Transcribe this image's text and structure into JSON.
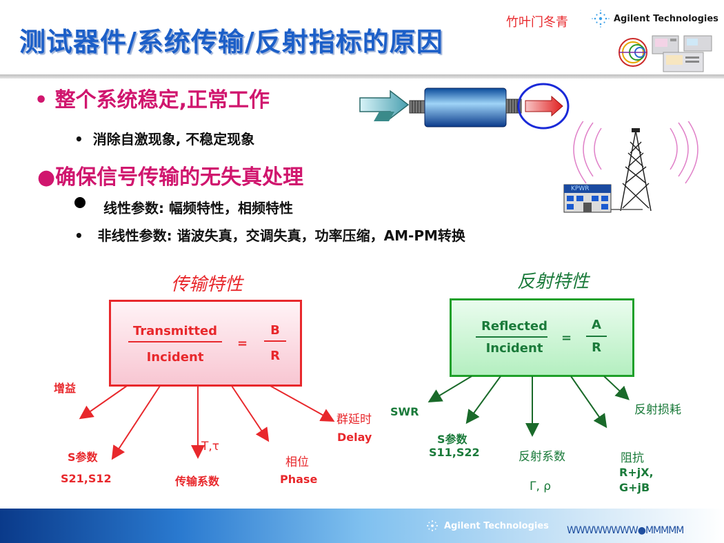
{
  "header": {
    "title": "测试器件/系统传输/反射指标的原因",
    "author": "竹叶门冬青",
    "brand": "Agilent Technologies"
  },
  "bullets": {
    "b1": "• 整个系统稳定,正常工作",
    "b1_sub": "消除自激现象, 不稳定现象",
    "b2": "●确保信号传输的无失真处理",
    "b2_sub1": "线性参数: 幅频特性，相频特性",
    "b2_sub2": "非线性参数: 谐波失真，交调失真，功率压缩，AM-PM转换"
  },
  "tower": {
    "sign": "KPWR"
  },
  "transmission": {
    "title": "传输特性",
    "num": "Transmitted",
    "den": "Incident",
    "eq": "=",
    "ratio_num": "B",
    "ratio_den": "R",
    "labels": {
      "gain": "增益",
      "s_param": "S参数",
      "s_vals": "S21,S12",
      "t_tau": "T,τ",
      "coef": "传输系数",
      "phase_cn": "相位",
      "phase_en": "Phase",
      "delay_cn": "群延时",
      "delay_en": "Delay"
    }
  },
  "reflection": {
    "title": "反射特性",
    "num": "Reflected",
    "den": "Incident",
    "eq": "=",
    "ratio_num": "A",
    "ratio_den": "R",
    "labels": {
      "swr": "SWR",
      "s_param": "S参数",
      "s_vals": "S11,S22",
      "coef": "反射系数",
      "gamma_rho": "Γ, ρ",
      "impedance": "阻抗",
      "rjx": "R+jX,",
      "gjb": "G+jB",
      "return_loss": "反射损耗"
    }
  },
  "footer": {
    "brand": "Agilent Technologies",
    "wave": "WWWWWWWW●MMMMM"
  },
  "colors": {
    "title": "#1c5fc8",
    "accent": "#d0166e",
    "red": "#e8282c",
    "green": "#1a7a3a"
  }
}
